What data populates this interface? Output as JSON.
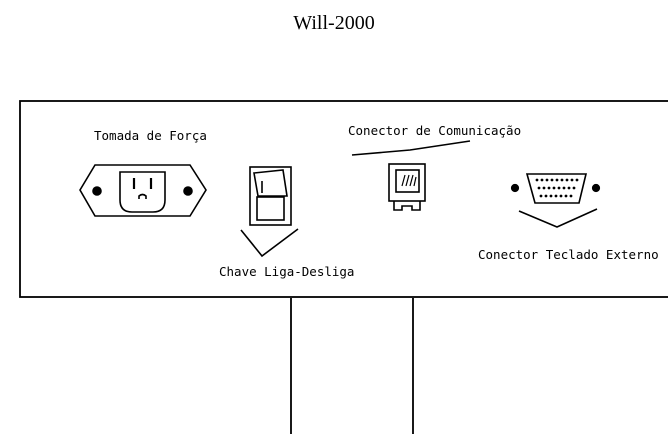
{
  "title": "Will-2000",
  "labels": {
    "power_socket": "Tomada de Força",
    "comm_connector": "Conector de Comunicação",
    "power_switch": "Chave Liga-Desliga",
    "keyboard_connector": "Conector Teclado Externo"
  }
}
